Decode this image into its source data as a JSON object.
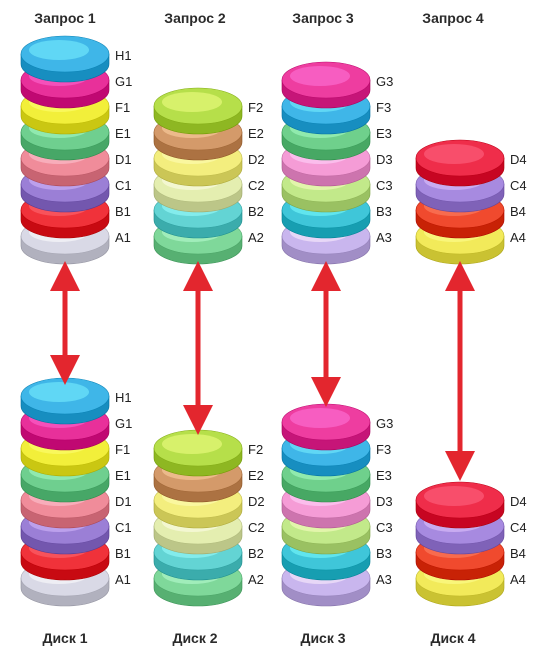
{
  "columns": [
    {
      "title": "Запрос 1",
      "disk_label": "Диск 1",
      "top_stack": [
        "H1",
        "G1",
        "F1",
        "E1",
        "D1",
        "C1",
        "B1",
        "A1"
      ],
      "bottom_stack": [
        "H1",
        "G1",
        "F1",
        "E1",
        "D1",
        "C1",
        "B1",
        "A1"
      ]
    },
    {
      "title": "Запрос 2",
      "disk_label": "Диск 2",
      "top_stack": [
        "F2",
        "E2",
        "D2",
        "C2",
        "B2",
        "A2"
      ],
      "bottom_stack": [
        "F2",
        "E2",
        "D2",
        "C2",
        "B2",
        "A2"
      ]
    },
    {
      "title": "Запрос 3",
      "disk_label": "Диск 3",
      "top_stack": [
        "G3",
        "F3",
        "E3",
        "D3",
        "C3",
        "B3",
        "A3"
      ],
      "bottom_stack": [
        "G3",
        "F3",
        "E3",
        "D3",
        "C3",
        "B3",
        "A3"
      ]
    },
    {
      "title": "Запрос 4",
      "disk_label": "Диск 4",
      "top_stack": [
        "D4",
        "C4",
        "B4",
        "A4"
      ],
      "bottom_stack": [
        "D4",
        "C4",
        "B4",
        "A4"
      ]
    }
  ],
  "colors": {
    "H": "#3fb6e8",
    "G": "#e8309a",
    "F": "#f2ef3a",
    "E": "#6fcf8f",
    "D": "#f08c9a",
    "C": "#9b7fd6",
    "B": "#f0323a",
    "A": "#d9d9e6",
    "col2_F": "#b6df4a",
    "col2_E": "#d49a6a",
    "col2_D": "#f3ee7e",
    "col2_C": "#e4eeb0",
    "col2_B": "#63d4d4",
    "col2_A": "#7fd89a",
    "col3_G": "#ee3da0",
    "col3_F": "#3fb6e8",
    "col3_E": "#6fd08c",
    "col3_D": "#f59cd6",
    "col3_C": "#c2e98a",
    "col3_B": "#3fc6d9",
    "col3_A": "#c9b6ee",
    "col4_D": "#ef2d4a",
    "col4_C": "#a78ae0",
    "col4_B": "#f04a2e",
    "col4_A": "#f2ea5a",
    "arrow": "#e3262e"
  }
}
